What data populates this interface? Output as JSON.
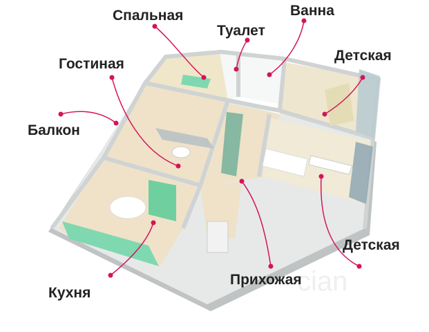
{
  "labels": {
    "bedroom": "Спальная",
    "toilet": "Туалет",
    "bath": "Ванна",
    "living": "Гостиная",
    "kids_top": "Детская",
    "balcony": "Балкон",
    "kids_bottom": "Детская",
    "hall": "Прихожая",
    "kitchen": "Кухня"
  },
  "colors": {
    "accent_pink": "#d4145a",
    "furniture_mint": "#7fd8b0",
    "floor": "#efe2c8",
    "wall": "#d9dcdc"
  },
  "watermark": "cian"
}
